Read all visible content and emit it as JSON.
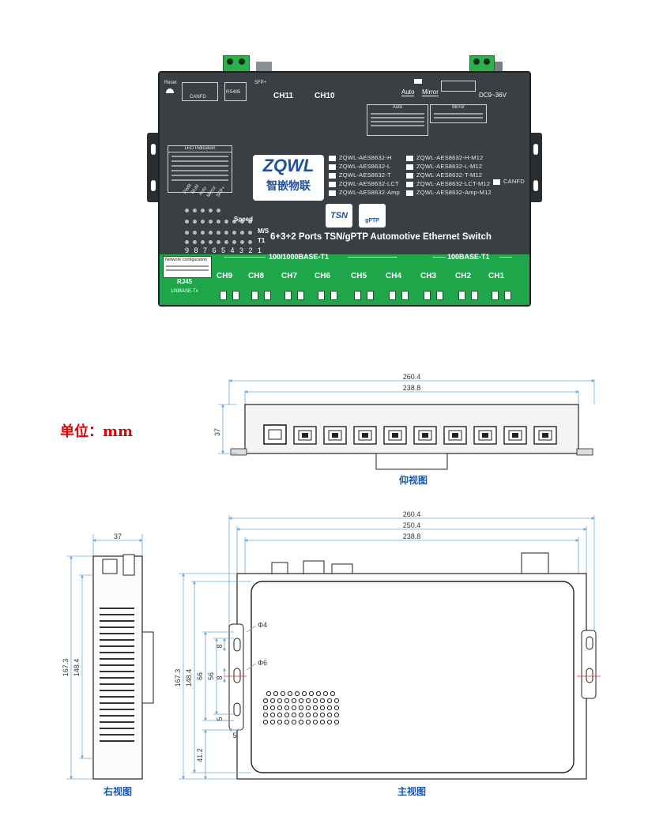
{
  "device": {
    "title": "6+3+2 Ports TSN/gPTP Automotive Ethernet Switch",
    "brand_logo": "ZQWL",
    "brand_cn": "智嵌物联",
    "badges": [
      "TSN",
      "gPTP"
    ],
    "top_labels": {
      "reset": "Reset",
      "canfd": "CANFD",
      "rs485": "RS485",
      "sfp": "SFP+",
      "ch11": "CH11",
      "ch10": "CH10",
      "auto": "Auto",
      "mirror": "Mirror",
      "power": "DC9~36V"
    },
    "mode_boxes": {
      "auto_title": "Auto",
      "mirror_title": "Mirror"
    },
    "led_indication_title": "LED Indication",
    "led_labels": [
      "PWR",
      "RUN",
      "Auto",
      "Mirror",
      "SFP+"
    ],
    "led_numbers": "9 8 7 6 5 4 3 2 1",
    "led_rows": [
      "Speed",
      "M/S",
      "T1"
    ],
    "models_left": [
      "ZQWL-AES8632-H",
      "ZQWL-AES8632-L",
      "ZQWL-AES8632-T",
      "ZQWL-AES8632-LCT",
      "ZQWL-AES8632-Amp"
    ],
    "models_right": [
      "ZQWL-AES8632-H-M12",
      "ZQWL-AES8632-L-M12",
      "ZQWL-AES8632-T-M12",
      "ZQWL-AES8632-LCT-M12",
      "ZQWL-AES8632-Amp-M12"
    ],
    "canfd_side": "CANFD",
    "group1": "100/1000BASE-T1",
    "group2": "100BASE-T1",
    "rj45": "RJ45",
    "rj45_sub": "100BASE-Tx",
    "network_config": "Network configuration",
    "channels": [
      "CH9",
      "CH8",
      "CH7",
      "CH6",
      "CH5",
      "CH4",
      "CH3",
      "CH2",
      "CH1"
    ]
  },
  "unit_label": "单位：mm",
  "views": {
    "bottom": {
      "title": "仰视图",
      "width_outer": "260.4",
      "width_inner": "238.8",
      "height": "37"
    },
    "side": {
      "title": "右视图",
      "width": "37",
      "h1": "167.3",
      "h2": "148.4"
    },
    "front": {
      "title": "主视图",
      "w1": "260.4",
      "w2": "250.4",
      "w3": "238.8",
      "h1": "167.3",
      "h2": "148.4",
      "h3": "66",
      "h4": "56",
      "h5": "41.2",
      "d_small": "8",
      "d_small2": "8",
      "five_a": "5",
      "five_b": "5",
      "hole_phi4": "Φ4",
      "hole_phi6": "Φ6"
    }
  },
  "colors": {
    "panel": "#3a3f44",
    "band": "#1fa64a",
    "dimension": "#6fa8d8",
    "unit": "#e00000",
    "view_title": "#1a55a8"
  }
}
